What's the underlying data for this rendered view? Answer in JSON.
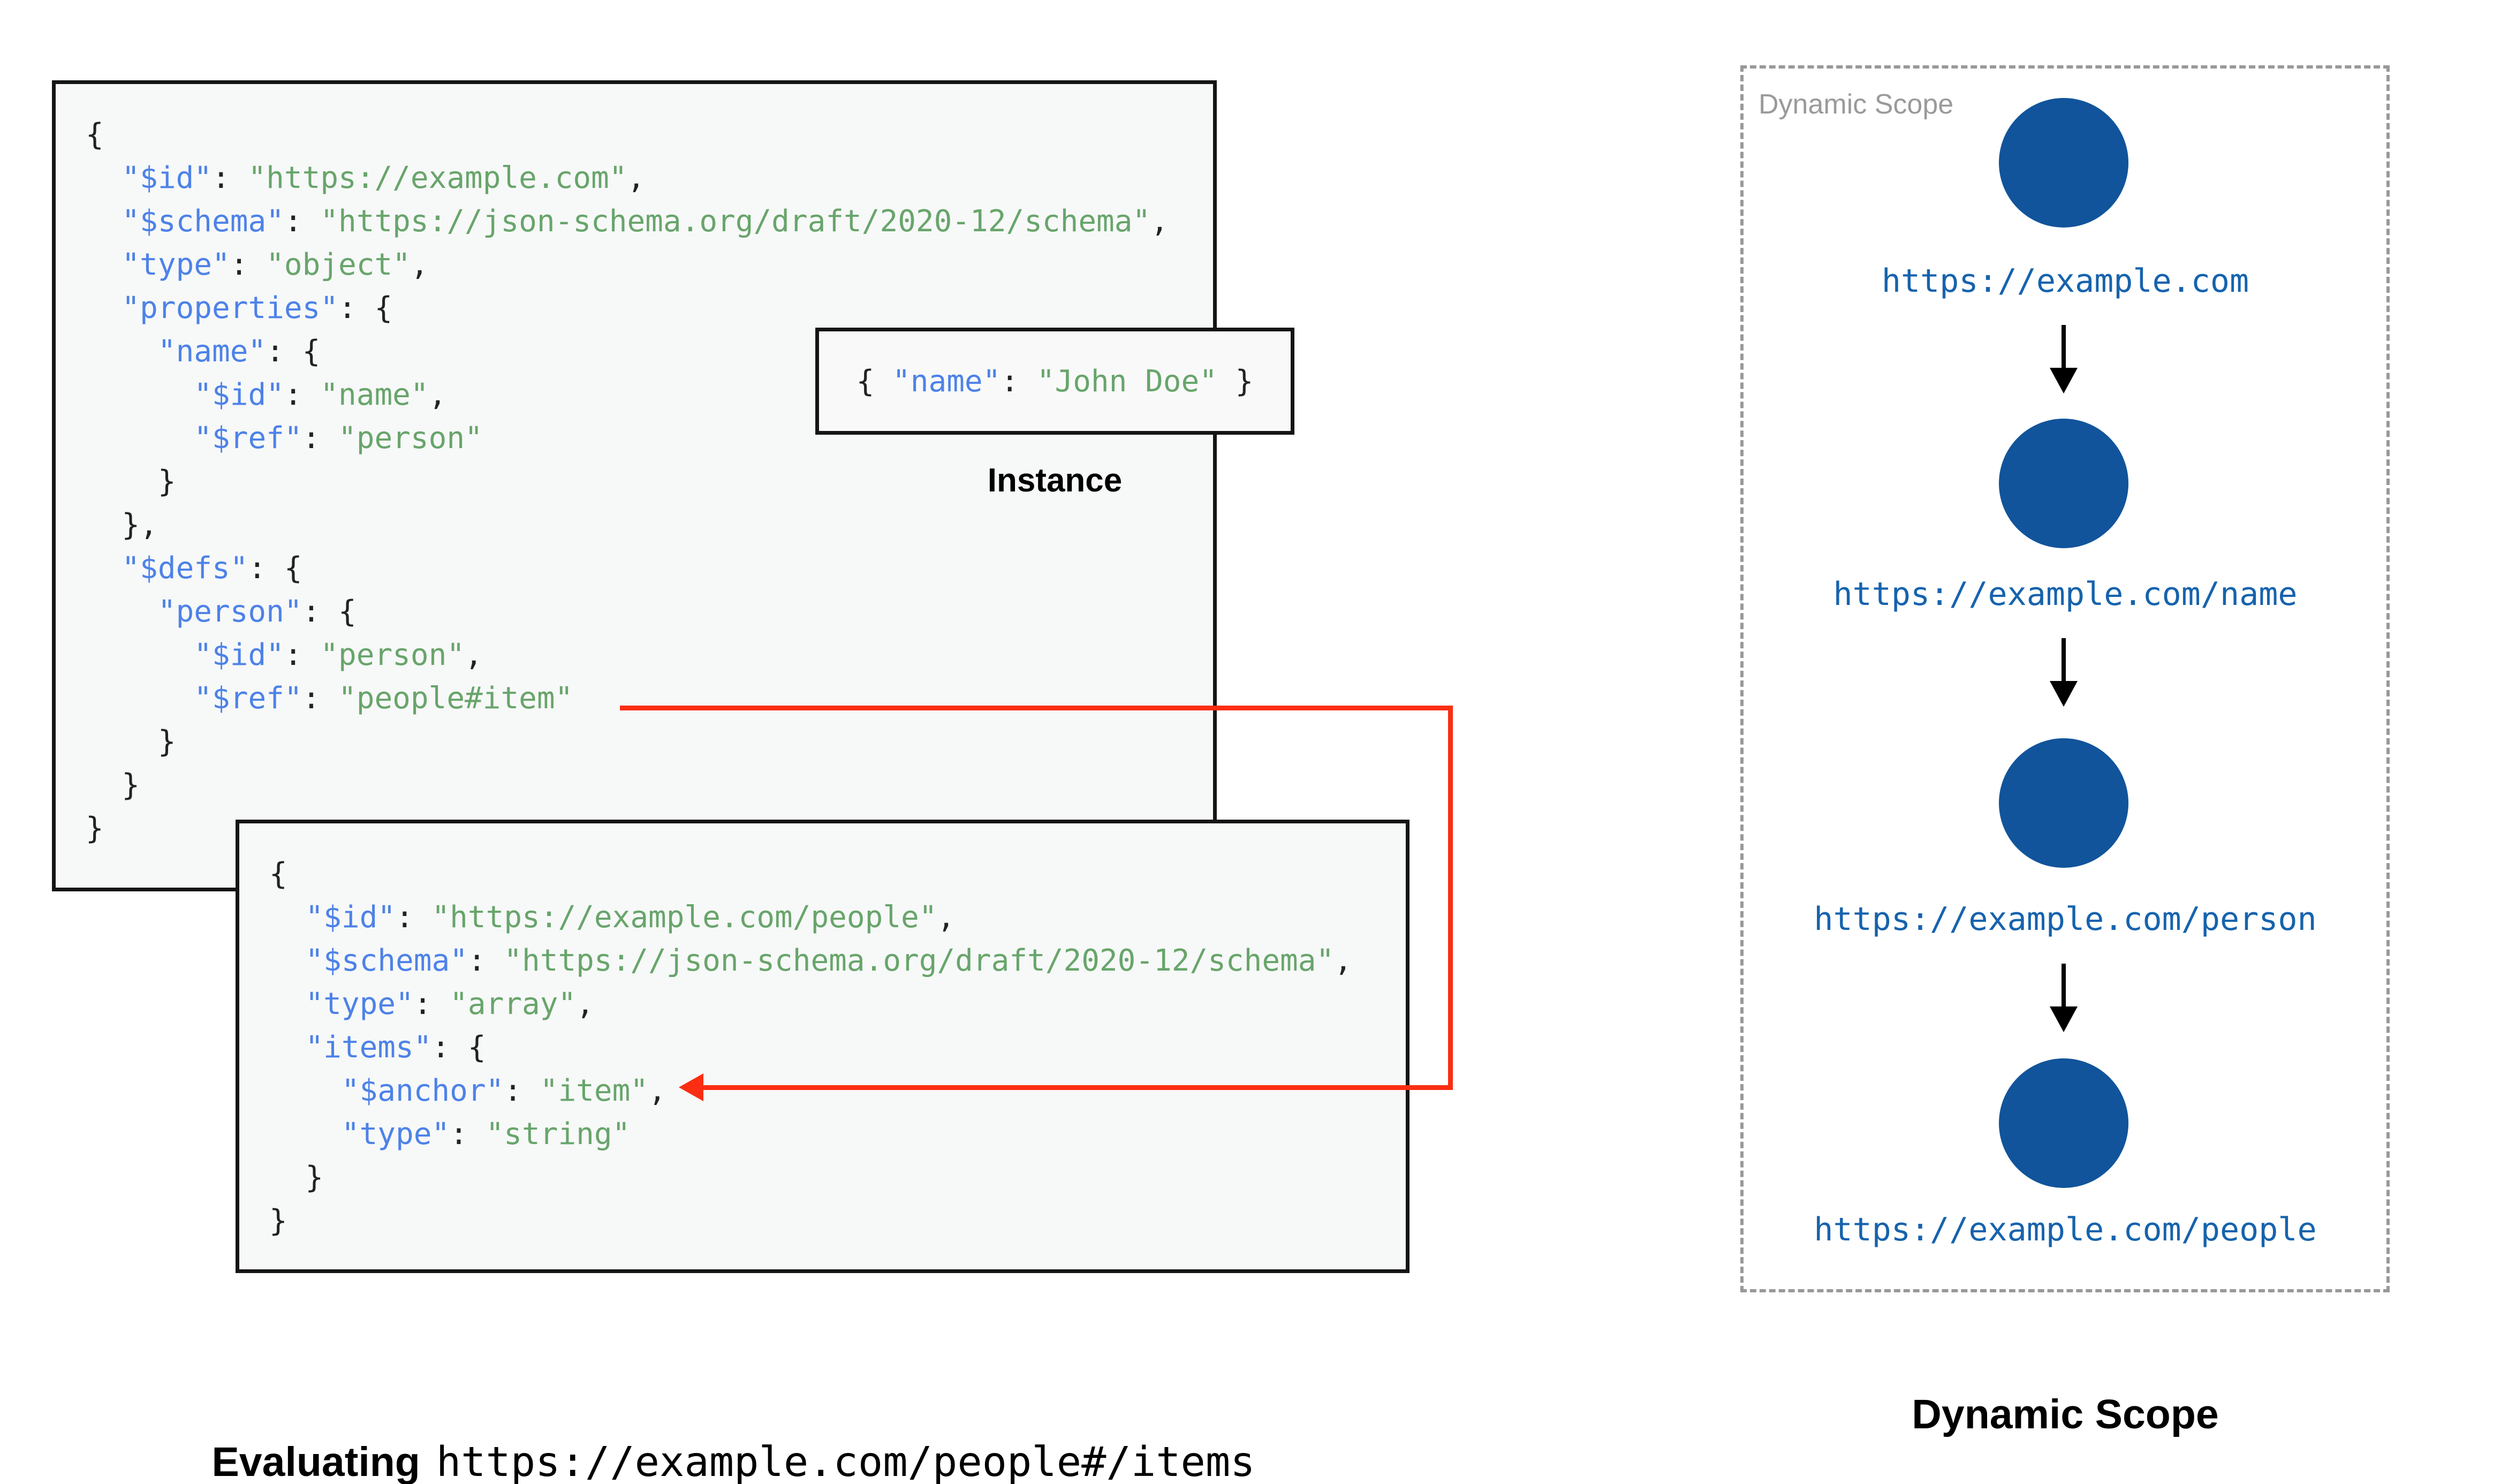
{
  "colors": {
    "key": "#4d82e8",
    "val": "#68a56b",
    "circle": "#11549b",
    "url": "#1663ad",
    "red": "#fb2e12",
    "gray": "#9a9a9a"
  },
  "schema_block": {
    "lines": [
      "{",
      "  \"$id\": \"https://example.com\",",
      "  \"$schema\": \"https://json-schema.org/draft/2020-12/schema\",",
      "  \"type\": \"object\",",
      "  \"properties\": {",
      "    \"name\": {",
      "      \"$id\": \"name\",",
      "      \"$ref\": \"person\"",
      "    }",
      "  },",
      "  \"$defs\": {",
      "    \"person\": {",
      "      \"$id\": \"person\",",
      "      \"$ref\": \"people#item\"",
      "    }",
      "  }",
      "}"
    ]
  },
  "people_block": {
    "lines": [
      "{",
      "  \"$id\": \"https://example.com/people\",",
      "  \"$schema\": \"https://json-schema.org/draft/2020-12/schema\",",
      "  \"type\": \"array\",",
      "  \"items\": {",
      "    \"$anchor\": \"item\",",
      "    \"type\": \"string\"",
      "  }",
      "}"
    ]
  },
  "instance": {
    "code": "{ \"name\": \"John Doe\" }",
    "label": "Instance"
  },
  "dynamic_scope_panel": {
    "watermark": "Dynamic Scope",
    "nodes": [
      "https://example.com",
      "https://example.com/name",
      "https://example.com/person",
      "https://example.com/people"
    ]
  },
  "captions": {
    "evaluating_bold": "Evaluating",
    "evaluating_uri": "https://example.com/people#/items",
    "right": "Dynamic Scope"
  }
}
